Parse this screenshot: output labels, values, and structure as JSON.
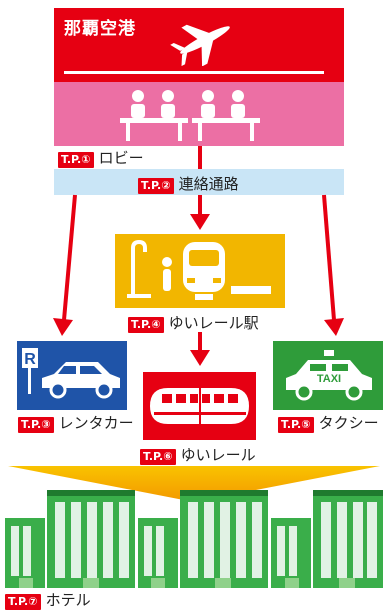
{
  "airport": {
    "name": "那覇空港"
  },
  "nodes": [
    {
      "id": "lobby",
      "tp": "T.P.①",
      "label": "ロビー"
    },
    {
      "id": "corridor",
      "tp": "T.P.②",
      "label": "連絡通路"
    },
    {
      "id": "monorail_station",
      "tp": "T.P.④",
      "label": "ゆいレール駅"
    },
    {
      "id": "rental_car",
      "tp": "T.P.③",
      "label": "レンタカー"
    },
    {
      "id": "taxi",
      "tp": "T.P.⑤",
      "label": "タクシー"
    },
    {
      "id": "monorail",
      "tp": "T.P.⑥",
      "label": "ゆいレール"
    },
    {
      "id": "hotel",
      "tp": "T.P.⑦",
      "label": "ホテル"
    }
  ],
  "icons": {
    "rental_sign": "R",
    "taxi_sign": "TAXI"
  },
  "colors": {
    "airport": "#e60012",
    "lobby": "#ec6fa4",
    "corridor": "#c9e5f6",
    "monorail_station": "#f2b600",
    "rental_car": "#1f54a8",
    "monorail": "#e60012",
    "taxi": "#2f9c3a",
    "funnel": "#f39800",
    "hotel": "#3aae4a",
    "arrow": "#e60012"
  }
}
